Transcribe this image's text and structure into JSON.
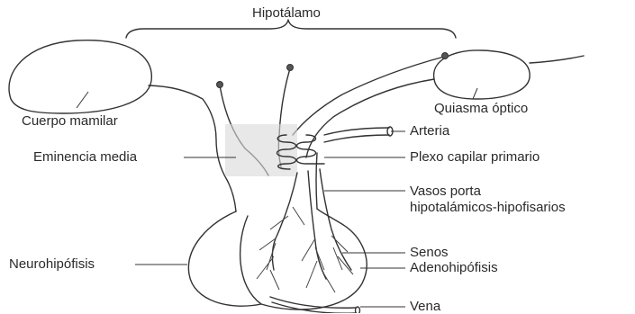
{
  "labels": {
    "hipotalamo": "Hipotálamo",
    "cuerpo_mamilar": "Cuerpo mamilar",
    "quiasma_optico": "Quiasma óptico",
    "eminencia_media": "Eminencia media",
    "arteria": "Arteria",
    "plexo_capilar": "Plexo capilar primario",
    "vasos_porta_1": "Vasos porta",
    "vasos_porta_2": "hipotalámicos-hipofisarios",
    "neurohipofisis": "Neurohipófisis",
    "senos": "Senos",
    "adenohipofisis": "Adenohipófisis",
    "vena": "Vena"
  }
}
